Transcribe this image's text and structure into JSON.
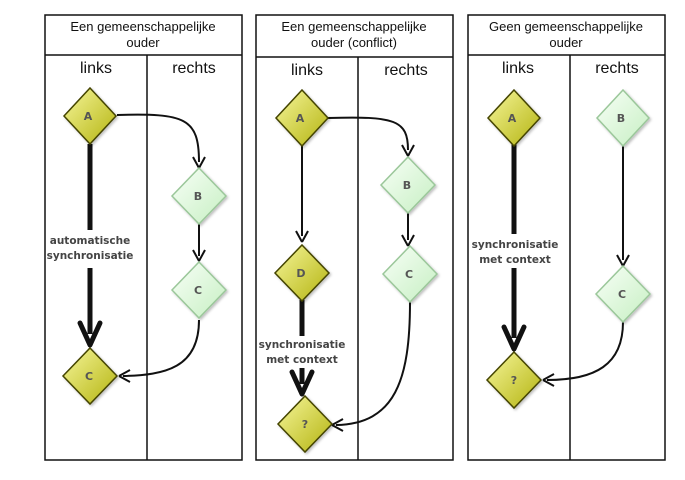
{
  "panels": [
    {
      "title_line1": "Een gemeenschappelijke",
      "title_line2": "ouder",
      "left_label": "links",
      "right_label": "rechts",
      "nodes": [
        {
          "id": "A",
          "label": "A",
          "type": "yellow"
        },
        {
          "id": "B",
          "label": "B",
          "type": "green"
        },
        {
          "id": "C1",
          "label": "C",
          "type": "green"
        },
        {
          "id": "C2",
          "label": "C",
          "type": "yellow"
        }
      ],
      "edge_label_line1": "automatische",
      "edge_label_line2": "synchronisatie"
    },
    {
      "title_line1": "Een gemeenschappelijke",
      "title_line2": "ouder (conflict)",
      "left_label": "links",
      "right_label": "rechts",
      "nodes": [
        {
          "id": "A",
          "label": "A",
          "type": "yellow"
        },
        {
          "id": "B",
          "label": "B",
          "type": "green"
        },
        {
          "id": "D",
          "label": "D",
          "type": "yellow"
        },
        {
          "id": "C",
          "label": "C",
          "type": "green"
        },
        {
          "id": "Q",
          "label": "?",
          "type": "yellow"
        }
      ],
      "edge_label_line1": "synchronisatie",
      "edge_label_line2": "met context"
    },
    {
      "title_line1": "Geen gemeenschappelijke",
      "title_line2": "ouder",
      "left_label": "links",
      "right_label": "rechts",
      "nodes": [
        {
          "id": "A",
          "label": "A",
          "type": "yellow"
        },
        {
          "id": "B",
          "label": "B",
          "type": "green"
        },
        {
          "id": "C",
          "label": "C",
          "type": "green"
        },
        {
          "id": "Q",
          "label": "?",
          "type": "yellow"
        }
      ],
      "edge_label_line1": "synchronisatie",
      "edge_label_line2": "met context"
    }
  ],
  "colors": {
    "yellow_fill_light": "#f2f28a",
    "yellow_fill_dark": "#b9b913",
    "green_fill_light": "#f4fff2",
    "green_fill_dark": "#c8f0c4",
    "yellow_stroke": "#444400",
    "green_stroke": "#9bc79a",
    "line": "#111111"
  }
}
